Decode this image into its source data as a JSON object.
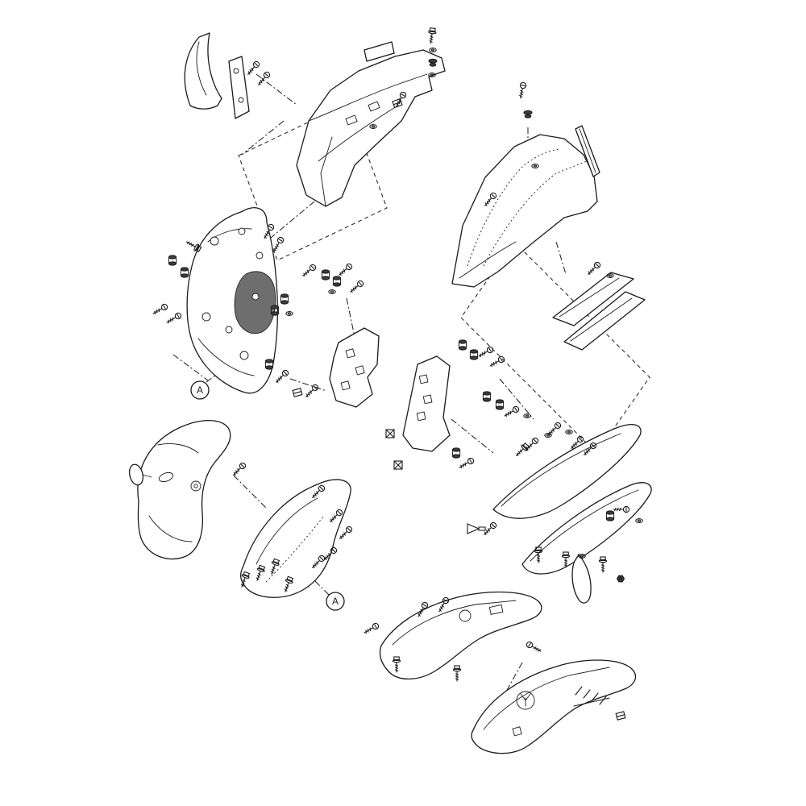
{
  "diagram": {
    "type": "exploded-parts-diagram",
    "subject": "motorcycle-cowling-fairing-assembly",
    "callouts": [
      {
        "label": "A"
      },
      {
        "label": "A"
      }
    ],
    "colors": {
      "line": "#1a1a1a",
      "highlight": "#949494",
      "highlight_shadow": "#6e6e6e",
      "background": "#ffffff"
    }
  }
}
